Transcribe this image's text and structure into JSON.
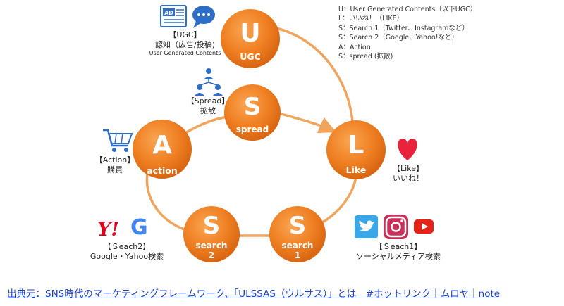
{
  "legend": [
    "U：User Generated Contents（以下UGC）",
    "L：いいね！（LIKE）",
    "S：Search 1（Twitter、Instagramなど）",
    "S：Search 2（Google、Yahoo!など）",
    "A：Action",
    "S：spread (拡散)"
  ],
  "nodes": {
    "u": {
      "letter": "U",
      "word": "UGC"
    },
    "s_spread": {
      "letter": "S",
      "word": "spread"
    },
    "l": {
      "letter": "L",
      "word": "Like"
    },
    "a": {
      "letter": "A",
      "word": "action"
    },
    "s1": {
      "letter": "S",
      "word": "search",
      "num": "1"
    },
    "s2": {
      "letter": "S",
      "word": "search",
      "num": "2"
    }
  },
  "captions": {
    "ugc": {
      "l1": "【UGC】",
      "l2": "認知（広告/投稿)",
      "l3": "User Generated Contents"
    },
    "spread": {
      "l1": "【Spread】",
      "l2": "拡散"
    },
    "like": {
      "l1": "【Like】",
      "l2": "いいね！"
    },
    "action": {
      "l1": "【Action】",
      "l2": "購買"
    },
    "search1": {
      "l1": "【Ｓeach1】",
      "l2": "ソーシャルメディア検索"
    },
    "search2": {
      "l1": "【Ｓeach2】",
      "l2": "Google・Yahoo検索"
    }
  },
  "icons": {
    "ad": "AD",
    "yahoo": "Y!",
    "google": "G"
  },
  "colors": {
    "node": "#ef7f22",
    "ring": "#f0a45c",
    "link": "#1a3fd1",
    "icon_blue": "#2f6ec6"
  },
  "source_link": "出典元：SNS時代のマーケティングフレームワーク、「ULSSAS（ウルサス）」とは　#ホットリンク｜ムロヤ｜note"
}
